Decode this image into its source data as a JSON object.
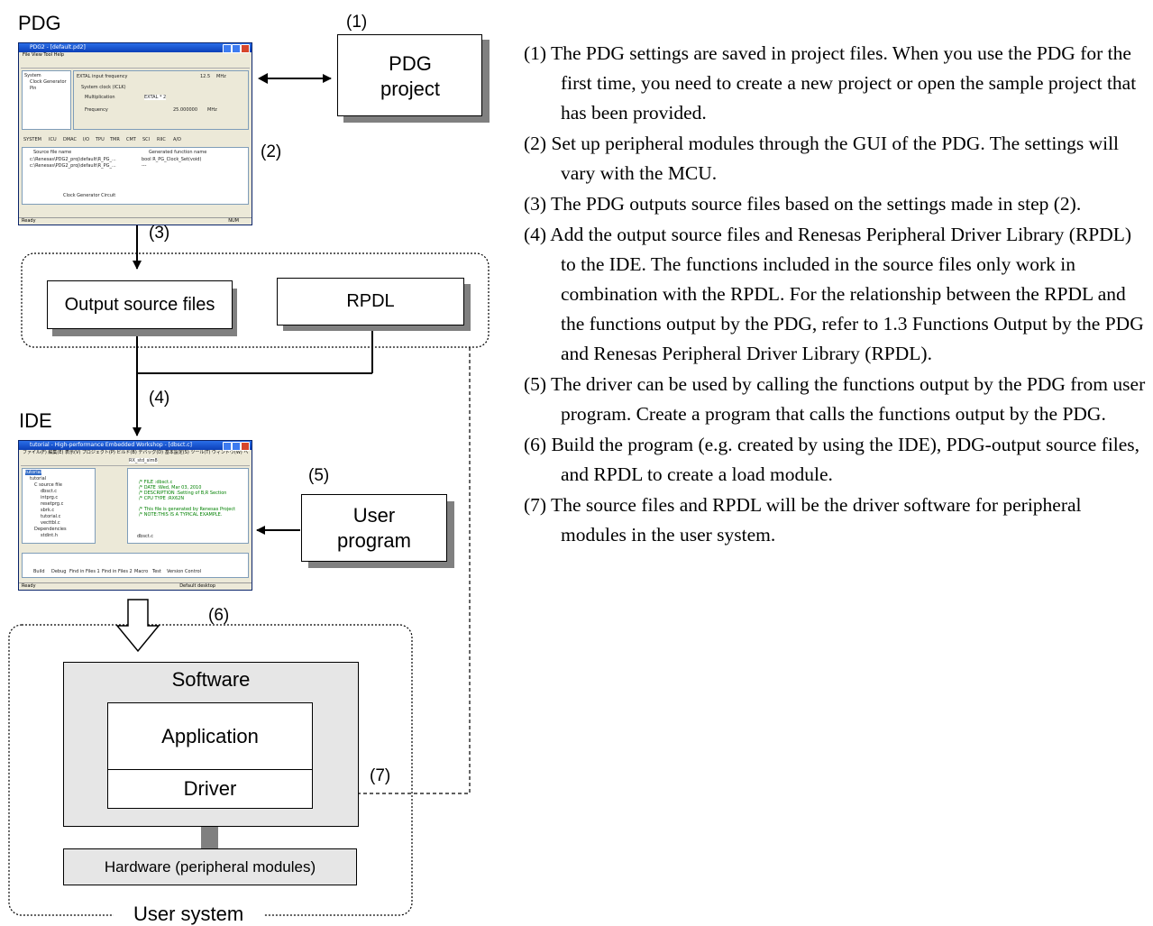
{
  "diagram": {
    "pdg_label": "PDG",
    "ide_label": "IDE",
    "step_1": "(1)",
    "step_2": "(2)",
    "step_3": "(3)",
    "step_4": "(4)",
    "step_5": "(5)",
    "step_6": "(6)",
    "step_7": "(7)",
    "pdg_project": "PDG project",
    "output_source_files": "Output source files",
    "rpdl": "RPDL",
    "user_program": "User program",
    "software": "Software",
    "application": "Application",
    "driver": "Driver",
    "hardware": "Hardware (peripheral modules)",
    "user_system": "User system"
  },
  "pdg_screenshot": {
    "title": "PDG2 - [default.pd2]",
    "menu": "File  View  Tool  Help",
    "tree_items": [
      "System",
      "Clock Generator",
      "Pin"
    ],
    "field_1_label": "EXTAL input frequency",
    "field_1_value": "12.5",
    "field_1_unit": "MHz",
    "group_label": "System clock (ICLK)",
    "multiplication_label": "Multiplication",
    "multiplication_value": "EXTAL * 2",
    "frequency_label": "Frequency",
    "frequency_value": "25.000000",
    "frequency_unit": "MHz",
    "tabs": [
      "SYSTEM",
      "ICU",
      "DMAC",
      "I/O",
      "TPU",
      "TMR",
      "CMT",
      "SCI",
      "RIIC",
      "A/D"
    ],
    "table_headers": [
      "Source file name",
      "Generated function name"
    ],
    "table_rows": [
      [
        "c:\\Renesas\\PDG2_proj\\default\\R_PG_...",
        "bool R_PG_Clock_Set(void)"
      ],
      [
        "c:\\Renesas\\PDG2_proj\\default\\R_PG_...",
        "---"
      ]
    ],
    "bottom_tab": "Clock Generator Circuit",
    "status_left": "Ready",
    "status_right": "NUM"
  },
  "ide_screenshot": {
    "title": "tutorial - High-performance Embedded Workshop - [dbsct.c]",
    "menu": "ファイル(F)  編集(E)  表示(V)  プロジェクト(P)  ビルド(B)  デバッグ(D)  基本設定(S)  ツール(T)  ウィンドウ(W)  ヘルプ(H)",
    "build_config": "RX_std_sim8",
    "tree_items": [
      "tutorial",
      "tutorial",
      "C source file",
      "dbsct.c",
      "intprg.c",
      "resetprg.c",
      "sbrk.c",
      "tutorial.c",
      "vecttbl.c",
      "Dependencies",
      "stdint.h"
    ],
    "code_lines": [
      "/* FILE      :dbsct.c",
      "/* DATE      :Wed, Mar 03, 2010",
      "/* DESCRIPTION :Setting of B,R Section",
      "/* CPU TYPE  :RX62N",
      "",
      "/* This file is generated by Renesas Project",
      "/* NOTE:THIS IS A TYPICAL EXAMPLE."
    ],
    "editor_tab": "dbsct.c",
    "output_tabs": [
      "Build",
      "Debug",
      "Find in Files 1",
      "Find in Files 2",
      "Macro",
      "Test",
      "Version Control"
    ],
    "status_left": "Ready",
    "status_right": "Default desktop"
  },
  "explanations": [
    "(1) The PDG settings are saved in project files. When you use the PDG for the first time, you need to create a new project or open the sample project that has been provided.",
    "(2) Set up peripheral modules through the GUI of the PDG. The settings will vary with the MCU.",
    "(3) The PDG outputs source files based on the settings made in step (2).",
    "(4) Add the output source files and Renesas Peripheral Driver Library (RPDL) to the IDE. The functions included in the source files only work in combination with the RPDL. For the relationship between the RPDL and the functions output by the PDG, refer to 1.3 Functions Output by the PDG and Renesas Peripheral Driver Library (RPDL).",
    "(5) The driver can be used by calling the functions output by the PDG from user program. Create a program that calls the functions output by the PDG.",
    "(6) Build the program (e.g. created by using the IDE), PDG-output source files, and RPDL to create a load module.",
    "(7) The source files and RPDL will be the driver software for peripheral modules in the user system."
  ]
}
